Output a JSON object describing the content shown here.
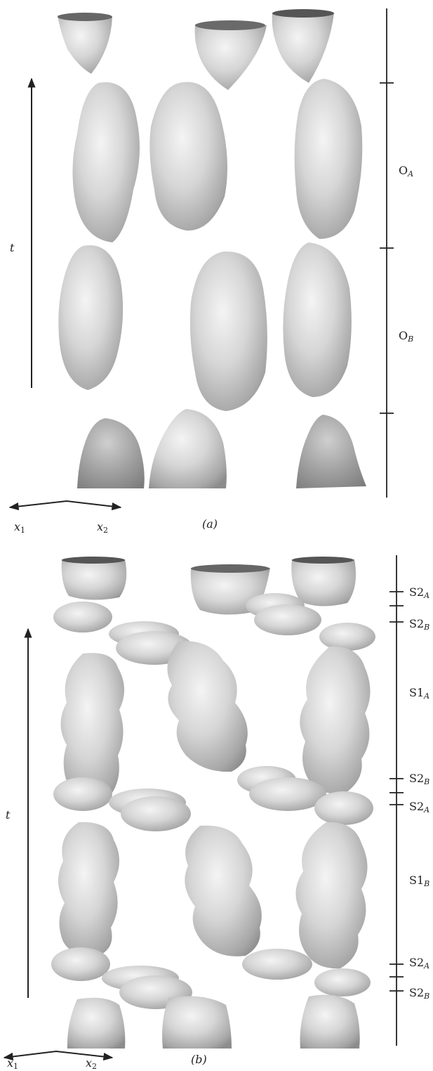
{
  "panel_a": {
    "caption": "(a)",
    "time_axis": "t",
    "x_axis": {
      "left": "x",
      "left_sub": "1",
      "right": "x",
      "right_sub": "2"
    },
    "regions": [
      {
        "base": "O",
        "sub": "A"
      },
      {
        "base": "O",
        "sub": "B"
      }
    ]
  },
  "panel_b": {
    "caption": "(b)",
    "time_axis": "t",
    "x_axis": {
      "left": "x",
      "left_sub": "1",
      "right": "x",
      "right_sub": "2"
    },
    "regions": [
      {
        "base": "S2",
        "sub": "A"
      },
      {
        "base": "S2",
        "sub": "B"
      },
      {
        "base": "S1",
        "sub": "A"
      },
      {
        "base": "S2",
        "sub": "B"
      },
      {
        "base": "S2",
        "sub": "A"
      },
      {
        "base": "S1",
        "sub": "B"
      },
      {
        "base": "S2",
        "sub": "A"
      },
      {
        "base": "S2",
        "sub": "B"
      }
    ]
  }
}
